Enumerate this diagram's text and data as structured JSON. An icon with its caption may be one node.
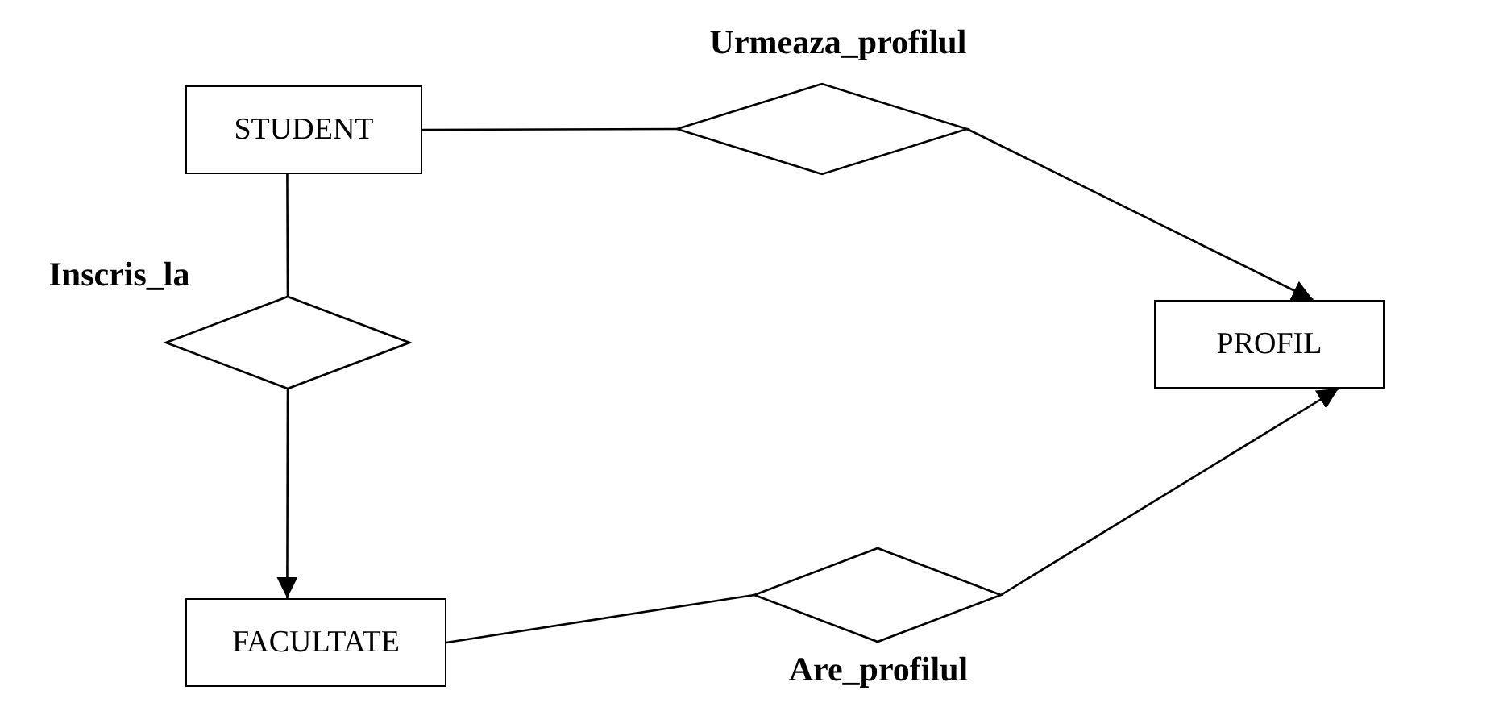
{
  "diagram": {
    "nodes": [
      {
        "text": [
          "STUDENT"
        ]
      },
      {
        "text": [
          "Urmeaza_profilul"
        ]
      },
      {
        "text": [
          "Inscris_la"
        ]
      },
      {
        "text": [
          "PROFIL"
        ]
      },
      {
        "text": [
          "FACULTATE"
        ]
      },
      {
        "text": [
          "Are_profilul"
        ]
      }
    ],
    "edges": [
      {
        "from": 0,
        "to": 1,
        "arrow": "none"
      },
      {
        "from": 1,
        "to": 3,
        "arrow": "to"
      },
      {
        "from": 0,
        "to": 2,
        "arrow": "none"
      },
      {
        "from": 2,
        "to": 4,
        "arrow": "to"
      },
      {
        "from": 4,
        "to": 5,
        "arrow": "none"
      },
      {
        "from": 5,
        "to": 3,
        "arrow": "to"
      }
    ]
  }
}
